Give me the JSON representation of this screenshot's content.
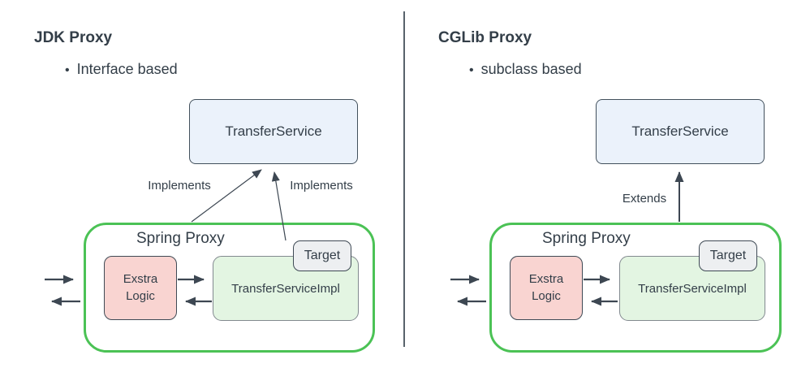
{
  "left_panel": {
    "title": "JDK Proxy",
    "bullet": "Interface based",
    "interface_box_label": "TransferService",
    "proxy_container_label": "Spring Proxy",
    "extra_logic_label": "Exstra Logic",
    "impl_label": "TransferServiceImpl",
    "target_label": "Target",
    "relation_label_left": "Implements",
    "relation_label_right": "Implements"
  },
  "right_panel": {
    "title": "CGLib Proxy",
    "bullet": "subclass based",
    "interface_box_label": "TransferService",
    "proxy_container_label": "Spring Proxy",
    "extra_logic_label": "Exstra Logic",
    "impl_label": "TransferServiceImpl",
    "target_label": "Target",
    "relation_label": "Extends"
  },
  "colors": {
    "text": "#333e48",
    "proxy_container_border": "#4bc255",
    "interface_box_fill": "#ebf2fb",
    "interface_box_border": "#42505c",
    "extra_logic_fill": "#f9d4d1",
    "impl_fill": "#e3f5e2",
    "impl_border": "#82898f",
    "target_fill": "#edeff1",
    "dark_border": "#3f4a55",
    "divider": "#58626b",
    "arrow": "#3d4752"
  }
}
